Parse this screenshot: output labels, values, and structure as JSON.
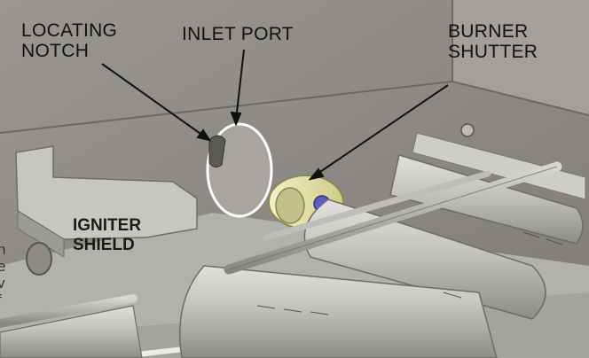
{
  "labels": {
    "locating_notch": [
      "LOCATING",
      "NOTCH"
    ],
    "inlet_port": "INLET PORT",
    "burner_shutter": [
      "BURNER",
      "SHUTTER"
    ],
    "igniter_shield": [
      "IGNITER",
      "SHIELD"
    ]
  },
  "edge_text": [
    "n",
    "e",
    "v",
    "f"
  ],
  "colors": {
    "panel": "#8d8a86",
    "floor": "#b9b7b3",
    "burner": "#c9c7c3",
    "shutter": "#e6e3ad",
    "screw": "#5a5fc8"
  }
}
